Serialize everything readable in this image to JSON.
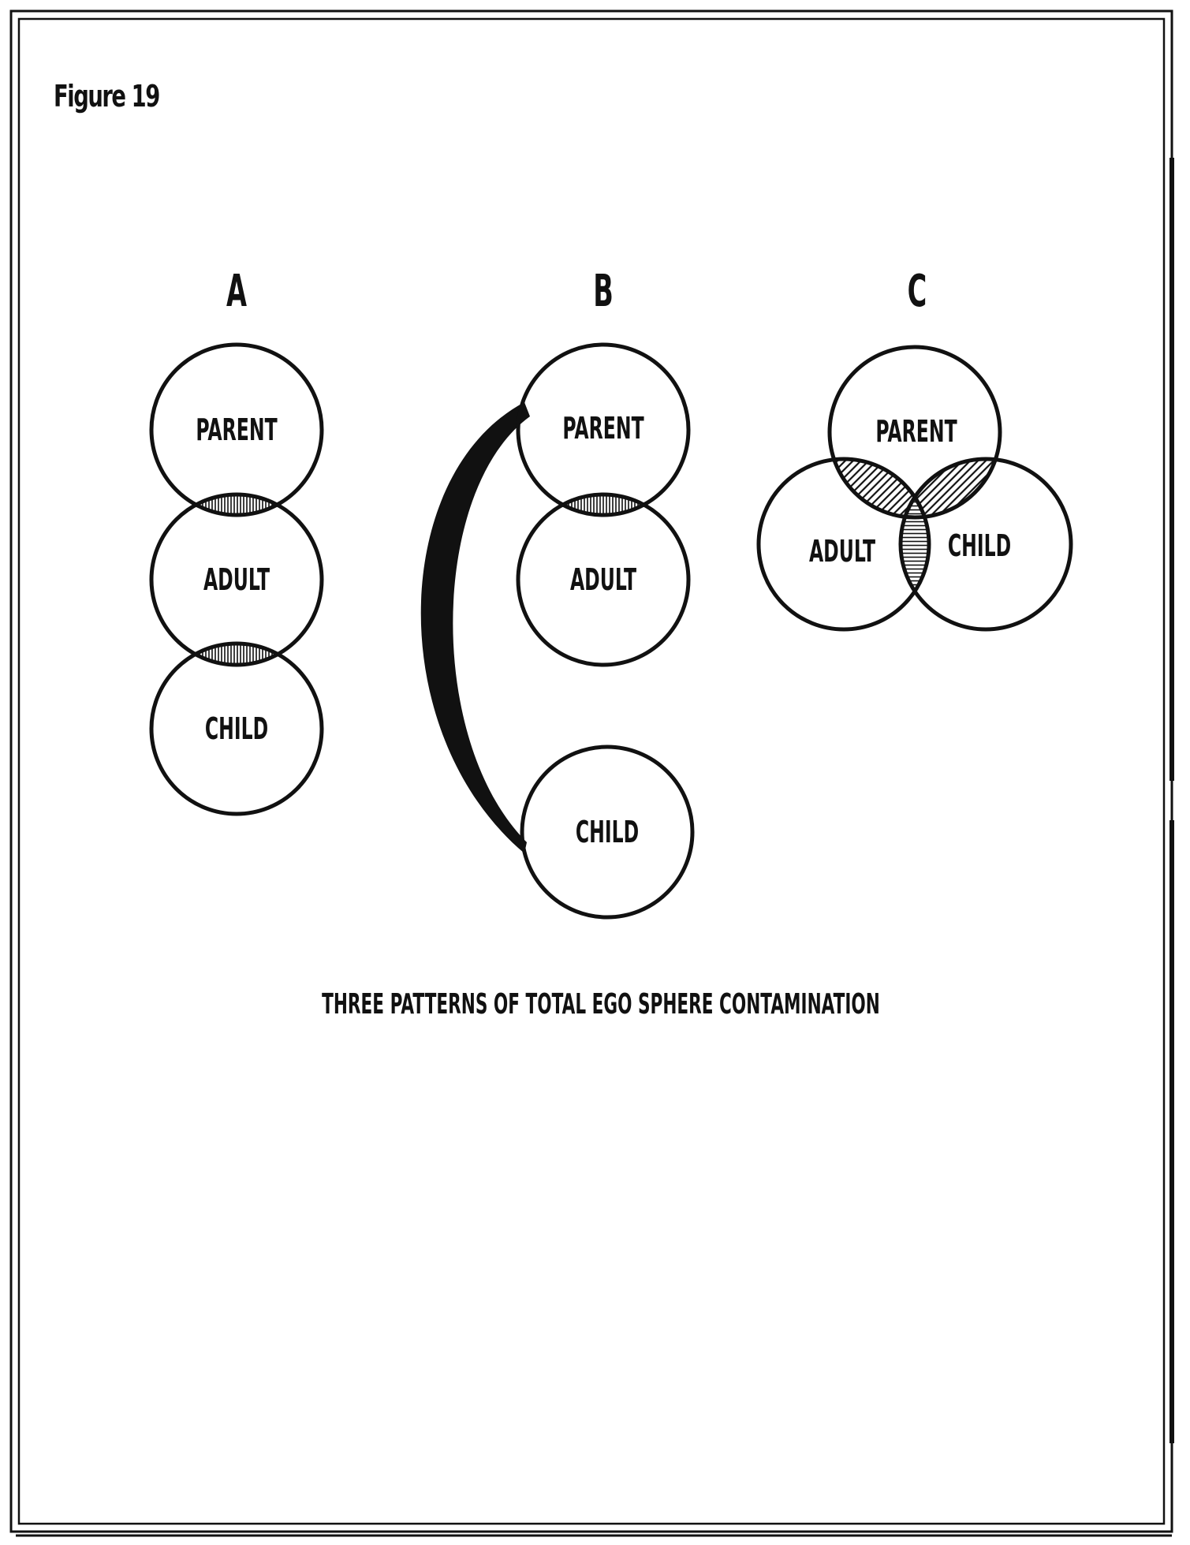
{
  "figure_label": "Figure 19",
  "caption": "THREE PATTERNS OF TOTAL EGO SPHERE CONTAMINATION",
  "panels": [
    {
      "label": "A",
      "circles": {
        "parent": "PARENT",
        "adult": "ADULT",
        "child": "CHILD"
      }
    },
    {
      "label": "B",
      "circles": {
        "parent": "PARENT",
        "adult": "ADULT",
        "child": "CHILD"
      }
    },
    {
      "label": "C",
      "circles": {
        "parent": "PARENT",
        "adult": "ADULT",
        "child": "CHILD"
      }
    }
  ]
}
